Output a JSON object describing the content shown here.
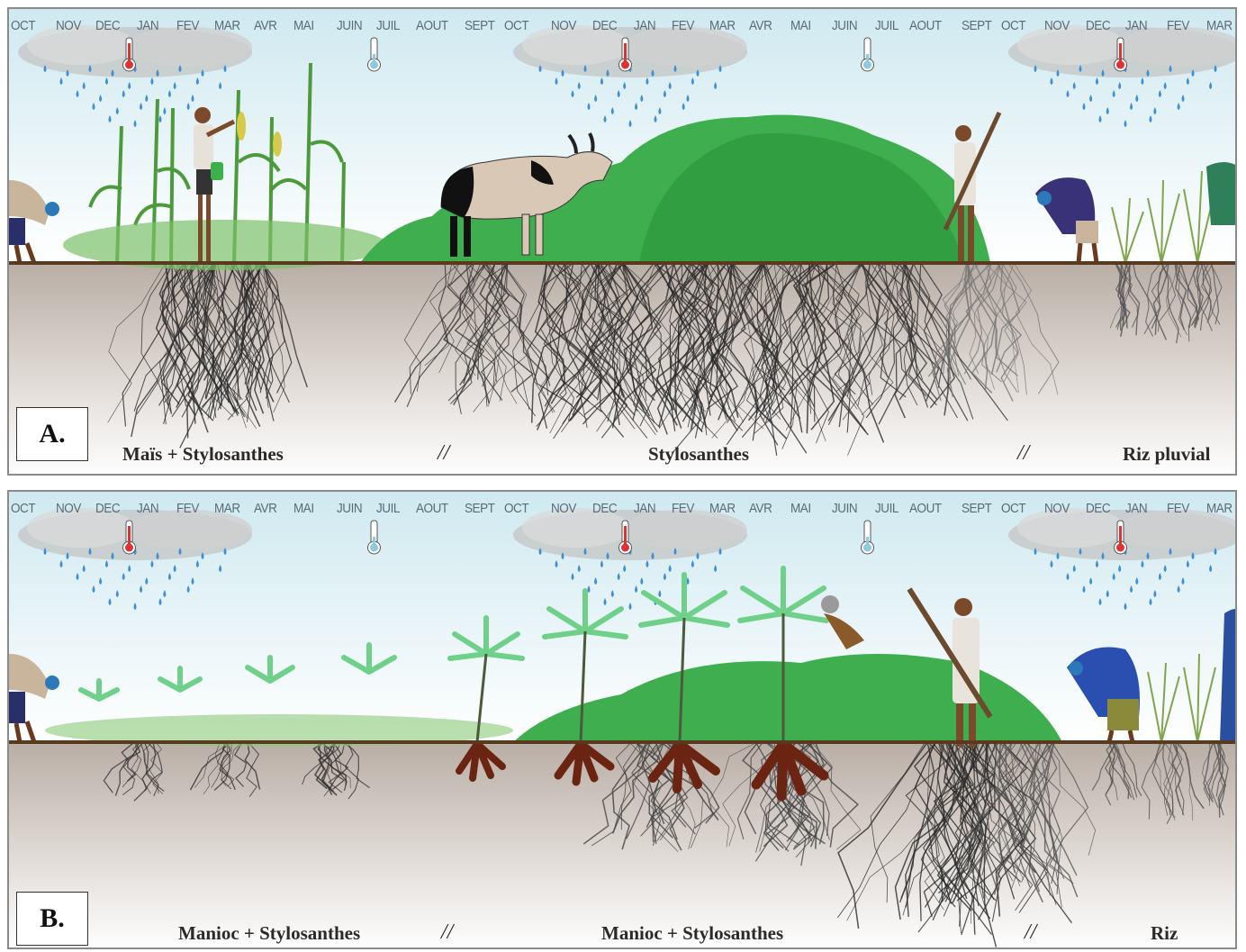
{
  "months": [
    "OCT",
    "NOV",
    "DEC",
    "JAN",
    "FEV",
    "MAR",
    "AVR",
    "MAI",
    "JUIN",
    "JUIL",
    "AOUT",
    "SEPT",
    "OCT",
    "NOV",
    "DEC",
    "JAN",
    "FEV",
    "MAR",
    "AVR",
    "MAI",
    "JUIN",
    "JUIL",
    "AOUT",
    "SEPT",
    "OCT",
    "NOV",
    "DEC",
    "JAN",
    "FEV",
    "MAR"
  ],
  "panel_a": {
    "label": "A.",
    "captions": {
      "left": "Maïs + Stylosanthes",
      "center": "Stylosanthes",
      "right": "Riz pluvial"
    },
    "separator": "//"
  },
  "panel_b": {
    "label": "B.",
    "captions": {
      "left": "Manioc + Stylosanthes",
      "center": "Manioc + Stylosanthes",
      "right": "Riz"
    },
    "separator": "//"
  },
  "colors": {
    "sky_top": "#cfe9f0",
    "ground_line": "#5a3a1e",
    "soil_top": "#b9aea5",
    "foliage": "#3fae4f",
    "roots": "#2b2b2b",
    "rain": "#3d8fd8",
    "cassava_tuber": "#6b2412"
  }
}
